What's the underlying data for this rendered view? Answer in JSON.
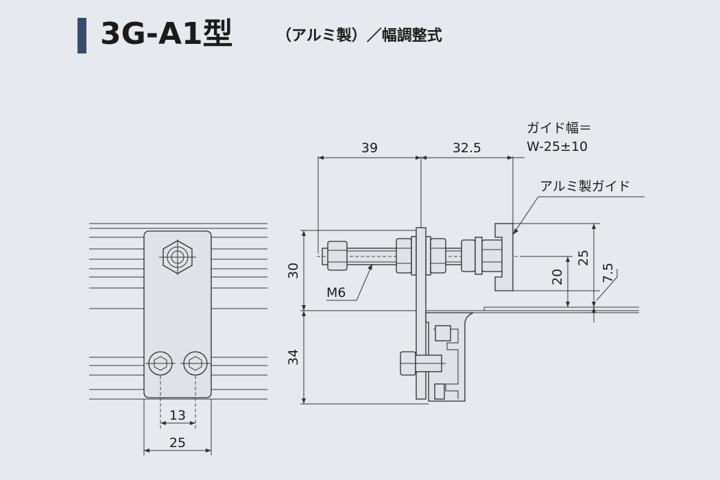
{
  "title": {
    "model": "3G-A1型",
    "suffix": "（アルミ製）／幅調整式"
  },
  "dimensions": {
    "d39": "39",
    "d32_5": "32.5",
    "d30": "30",
    "d34": "34",
    "d25_v": "25",
    "d20": "20",
    "d7_5": "7.5",
    "d13": "13",
    "d25_h": "25"
  },
  "labels": {
    "guide_width_line1": "ガイド幅＝",
    "guide_width_line2": "W-25±10",
    "aluminum_guide": "アルミ製ガイド",
    "bolt": "M6"
  }
}
